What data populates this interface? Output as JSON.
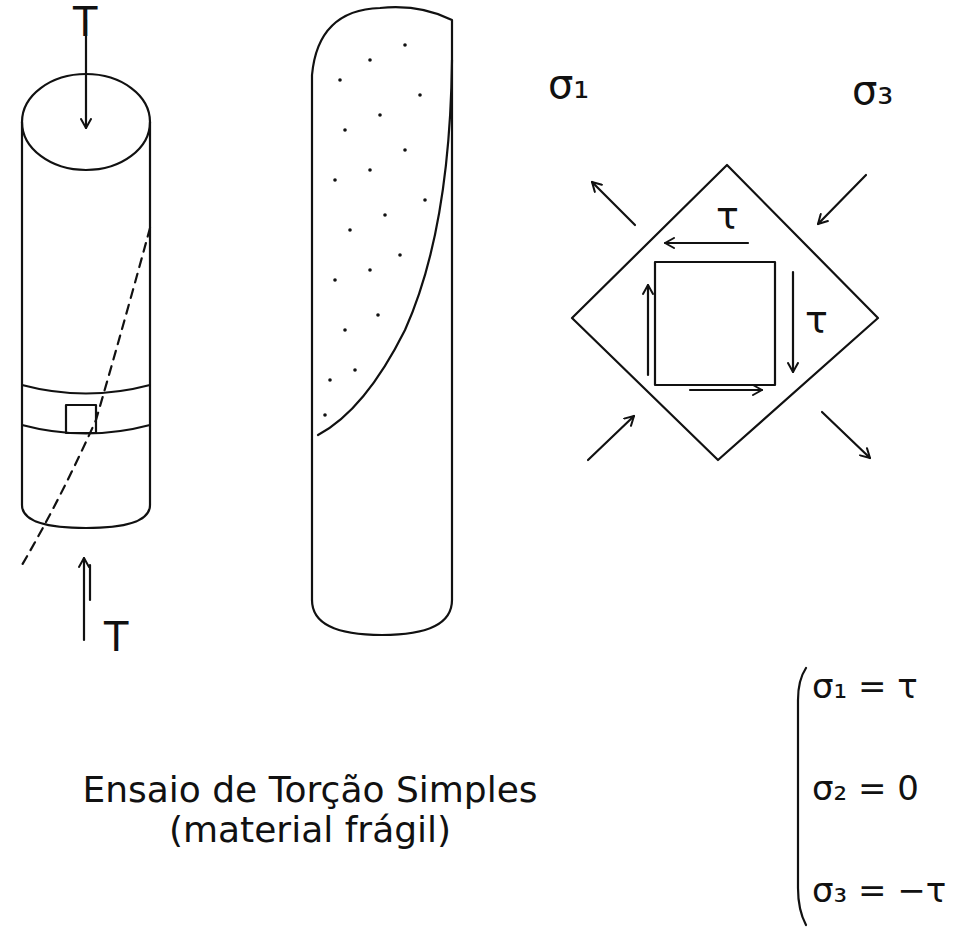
{
  "diagram": {
    "caption": "Ensaio de Torção Simples (material frágil)",
    "labels": [
      "T",
      "T",
      "σ₁",
      "σ₃",
      "τ",
      "τ",
      "σ₁ = τ",
      "σ₂ = 0",
      "σ₃ = −τ"
    ]
  }
}
